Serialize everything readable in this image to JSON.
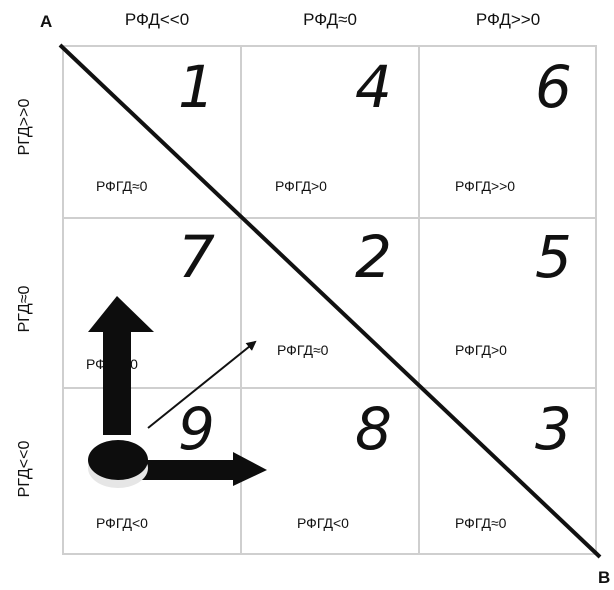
{
  "corners": {
    "top_left": "A",
    "bottom_right": "B"
  },
  "columns": [
    "РФД<<0",
    "РФД≈0",
    "РФД>>0"
  ],
  "rows": [
    "РГД>>0",
    "РГД≈0",
    "РГД<<0"
  ],
  "cells": [
    {
      "number": "1",
      "label": "РФГД≈0"
    },
    {
      "number": "4",
      "label": "РФГД>0"
    },
    {
      "number": "6",
      "label": "РФГД>>0"
    },
    {
      "number": "7",
      "label": "РФГД<0"
    },
    {
      "number": "2",
      "label": "РФГД≈0"
    },
    {
      "number": "5",
      "label": "РФГД>0"
    },
    {
      "number": "9",
      "label": "РФГД<0"
    },
    {
      "number": "8",
      "label": "РФГД<0"
    },
    {
      "number": "3",
      "label": "РФГД≈0"
    }
  ],
  "colors": {
    "ink": "#111111",
    "grid": "#cfcfcf",
    "background": "#ffffff"
  }
}
